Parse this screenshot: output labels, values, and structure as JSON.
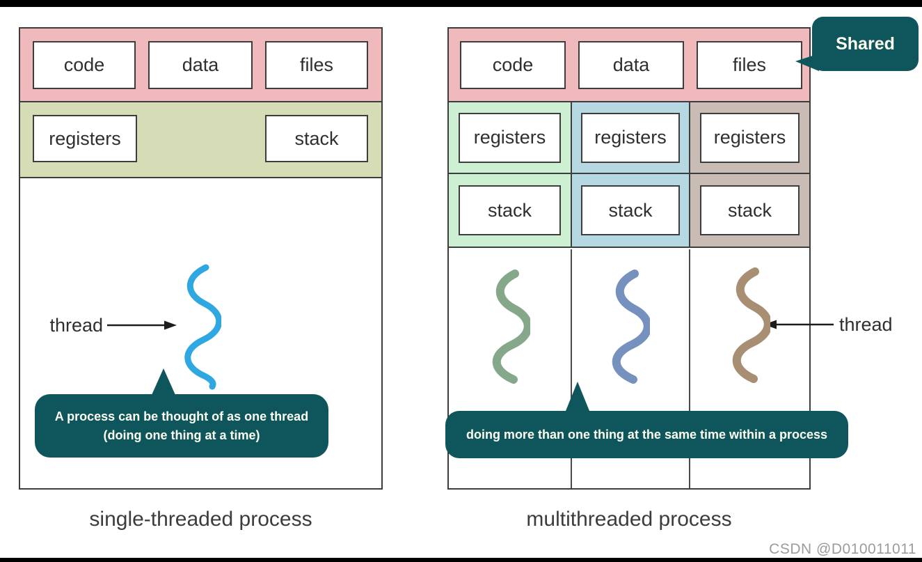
{
  "left": {
    "caption": "single-threaded process",
    "boxes": {
      "code": "code",
      "data": "data",
      "files": "files",
      "registers": "registers",
      "stack": "stack"
    },
    "thread_label": "thread",
    "callout_line1": "A process can be thought of as one thread",
    "callout_line2": "(doing one thing at a time)"
  },
  "right": {
    "caption": "multithreaded process",
    "boxes": {
      "code": "code",
      "data": "data",
      "files": "files"
    },
    "columns": [
      {
        "registers": "registers",
        "stack": "stack"
      },
      {
        "registers": "registers",
        "stack": "stack"
      },
      {
        "registers": "registers",
        "stack": "stack"
      }
    ],
    "thread_label": "thread",
    "callout": "doing more than one thing at the same time within a process",
    "shared_badge": "Shared"
  },
  "watermark": "CSDN @D010011011",
  "colors": {
    "shared_region_pink": "#f0b9bc",
    "single_env_olive": "#d6dcb6",
    "thread_col_green": "#cdf0d2",
    "thread_col_blue": "#b5d8e3",
    "thread_col_taupe": "#c9bcb4",
    "callout_teal": "#0e565c",
    "squiggle_blue": "#2fa8e1",
    "squiggle_green": "#85a88b",
    "squiggle_steelblue": "#7691bd",
    "squiggle_brown": "#a88f73"
  }
}
